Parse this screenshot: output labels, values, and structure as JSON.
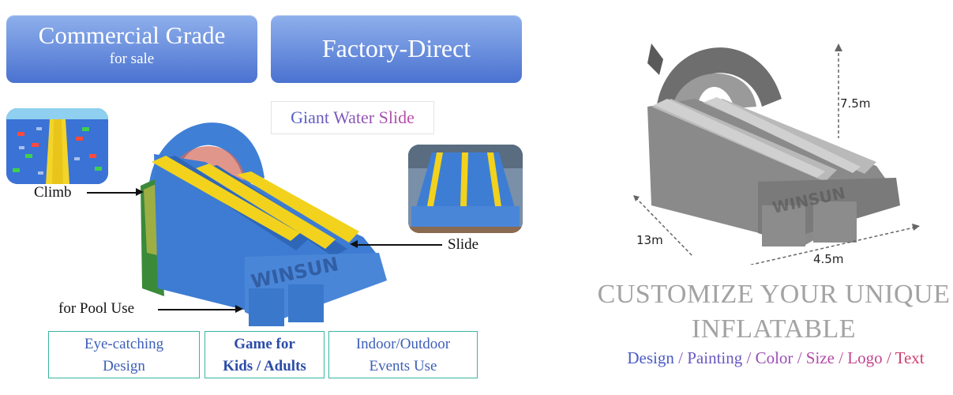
{
  "banners": {
    "commercial": {
      "line1": "Commercial Grade",
      "line2": "for sale"
    },
    "factory": {
      "line1": "Factory-Direct"
    }
  },
  "product_tag": "Giant Water Slide",
  "callouts": {
    "climb": "Climb",
    "slide": "Slide",
    "pool": "for Pool Use"
  },
  "watermark": "WINSUN",
  "features": [
    {
      "line1": "Eye-catching",
      "line2": "Design"
    },
    {
      "line1": "Game for",
      "line2": "Kids / Adults"
    },
    {
      "line1": "Indoor/Outdoor",
      "line2": "Events Use"
    }
  ],
  "dimensions": {
    "height": "7.5m",
    "length": "13m",
    "width": "4.5m"
  },
  "customize": {
    "line1": "CUSTOMIZE YOUR UNIQUE",
    "line2": "INFLATABLE"
  },
  "options": [
    {
      "label": "Design",
      "color": "#4a5bc4"
    },
    {
      "label": "Painting",
      "color": "#6a58c0"
    },
    {
      "label": "Color",
      "color": "#9a4fb5"
    },
    {
      "label": "Size",
      "color": "#b44aa8"
    },
    {
      "label": "Logo",
      "color": "#c4458f"
    },
    {
      "label": "Text",
      "color": "#cf3e6e"
    }
  ],
  "separator": " / ",
  "colors": {
    "banner_blue": "#5b80d8",
    "feature_border": "#3ab5a2",
    "slide_blue": "#3f7fd6",
    "slide_yellow": "#f2d21c"
  }
}
